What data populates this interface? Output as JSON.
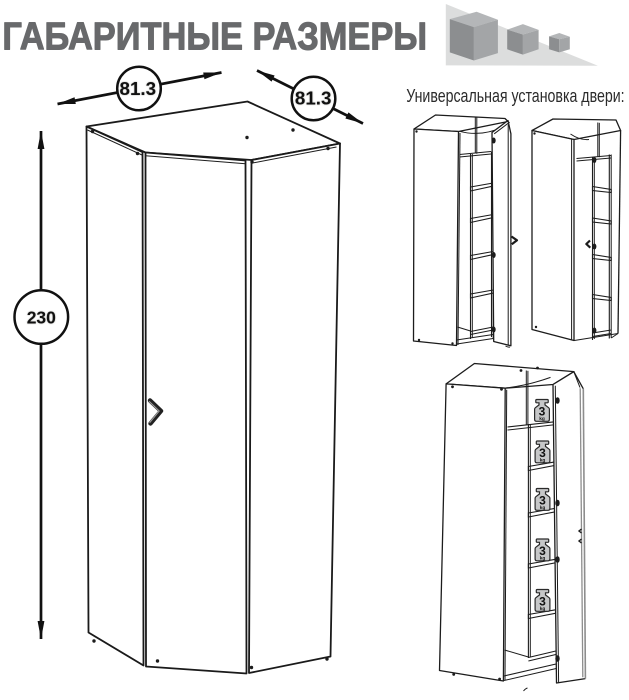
{
  "title": "ГАБАРИТНЫЕ РАЗМЕРЫ",
  "door_note": "Универсальная установка двери:",
  "dimensions": {
    "width_left": "81.3",
    "width_right": "81.3",
    "height": "230"
  },
  "shelf_load": {
    "value": "3",
    "unit": "kg"
  },
  "colors": {
    "title": "#68696b",
    "line": "#1c1c1c",
    "logo_triangle": "#dcdddd",
    "cube_top": "#b4b6b8",
    "cube_left": "#8c8e90",
    "cube_right": "#a3a5a7",
    "weight_fill": "#c6c7c8"
  }
}
